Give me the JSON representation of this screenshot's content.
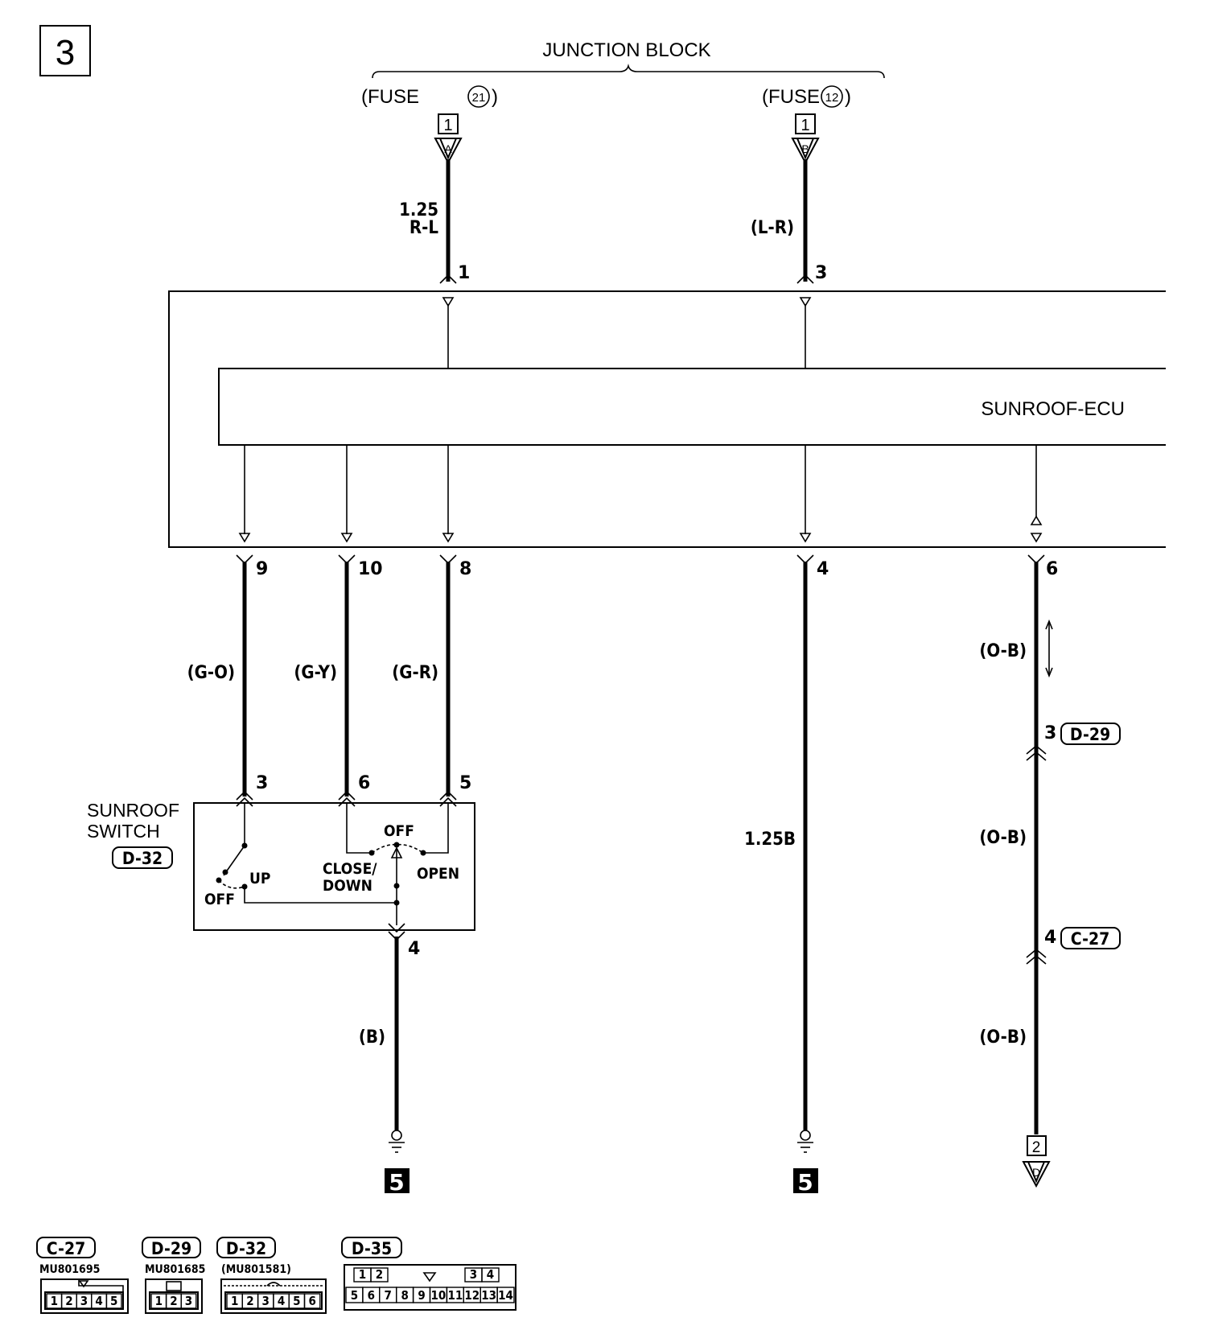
{
  "page_number": "3",
  "junction_block": {
    "title": "JUNCTION BLOCK",
    "fuse_a": {
      "prefix": "(FUSE",
      "circled": "21",
      "suffix": ")",
      "box": "1",
      "letter": "A"
    },
    "fuse_b": {
      "prefix": "(FUSE",
      "circled": "12",
      "suffix": ")",
      "box": "1",
      "letter": "B"
    }
  },
  "ecu": {
    "label": "SUNROOF-ECU"
  },
  "wires": {
    "w1": {
      "size": "1.25",
      "color": "R-L",
      "pin": "1"
    },
    "w3": {
      "color": "(L-R)",
      "pin": "3"
    },
    "w9": {
      "color": "(G-O)",
      "pin": "9",
      "switch_pin": "3"
    },
    "w10": {
      "color": "(G-Y)",
      "pin": "10",
      "switch_pin": "6"
    },
    "w8": {
      "color": "(G-R)",
      "pin": "8",
      "switch_pin": "5"
    },
    "w4": {
      "label": "1.25B",
      "pin": "4"
    },
    "w6": {
      "pin": "6",
      "color_1": "(O-B)",
      "color_2": "(O-B)",
      "color_3": "(O-B)"
    },
    "ground_sw": {
      "pin": "4",
      "color": "(B)"
    }
  },
  "switch": {
    "line1": "SUNROOF",
    "line2": "SWITCH",
    "connector": "D-32",
    "up": "UP",
    "off_left": "OFF",
    "off_top": "OFF",
    "close_1": "CLOSE/",
    "close_2": "DOWN",
    "open": "OPEN"
  },
  "inline_connectors": {
    "d29": {
      "pin": "3",
      "name": "D-29"
    },
    "c27": {
      "pin": "4",
      "name": "C-27"
    }
  },
  "terminals": {
    "ground_ref_1": "5",
    "ground_ref_2": "5",
    "out_box": "2",
    "out_letter": "D"
  },
  "connector_legend": [
    {
      "name": "C-27",
      "part": "MU801695",
      "pins": [
        "1",
        "2",
        "3",
        "4",
        "5"
      ]
    },
    {
      "name": "D-29",
      "part": "MU801685",
      "pins": [
        "1",
        "2",
        "3"
      ]
    },
    {
      "name": "D-32",
      "part": "(MU801581)",
      "pins": [
        "1",
        "2",
        "3",
        "4",
        "5",
        "6"
      ]
    },
    {
      "name": "D-35",
      "part": "",
      "pins_top": [
        "1",
        "2",
        "3",
        "4"
      ],
      "pins_bottom": [
        "5",
        "6",
        "7",
        "8",
        "9",
        "10",
        "11",
        "12",
        "13",
        "14"
      ]
    }
  ]
}
